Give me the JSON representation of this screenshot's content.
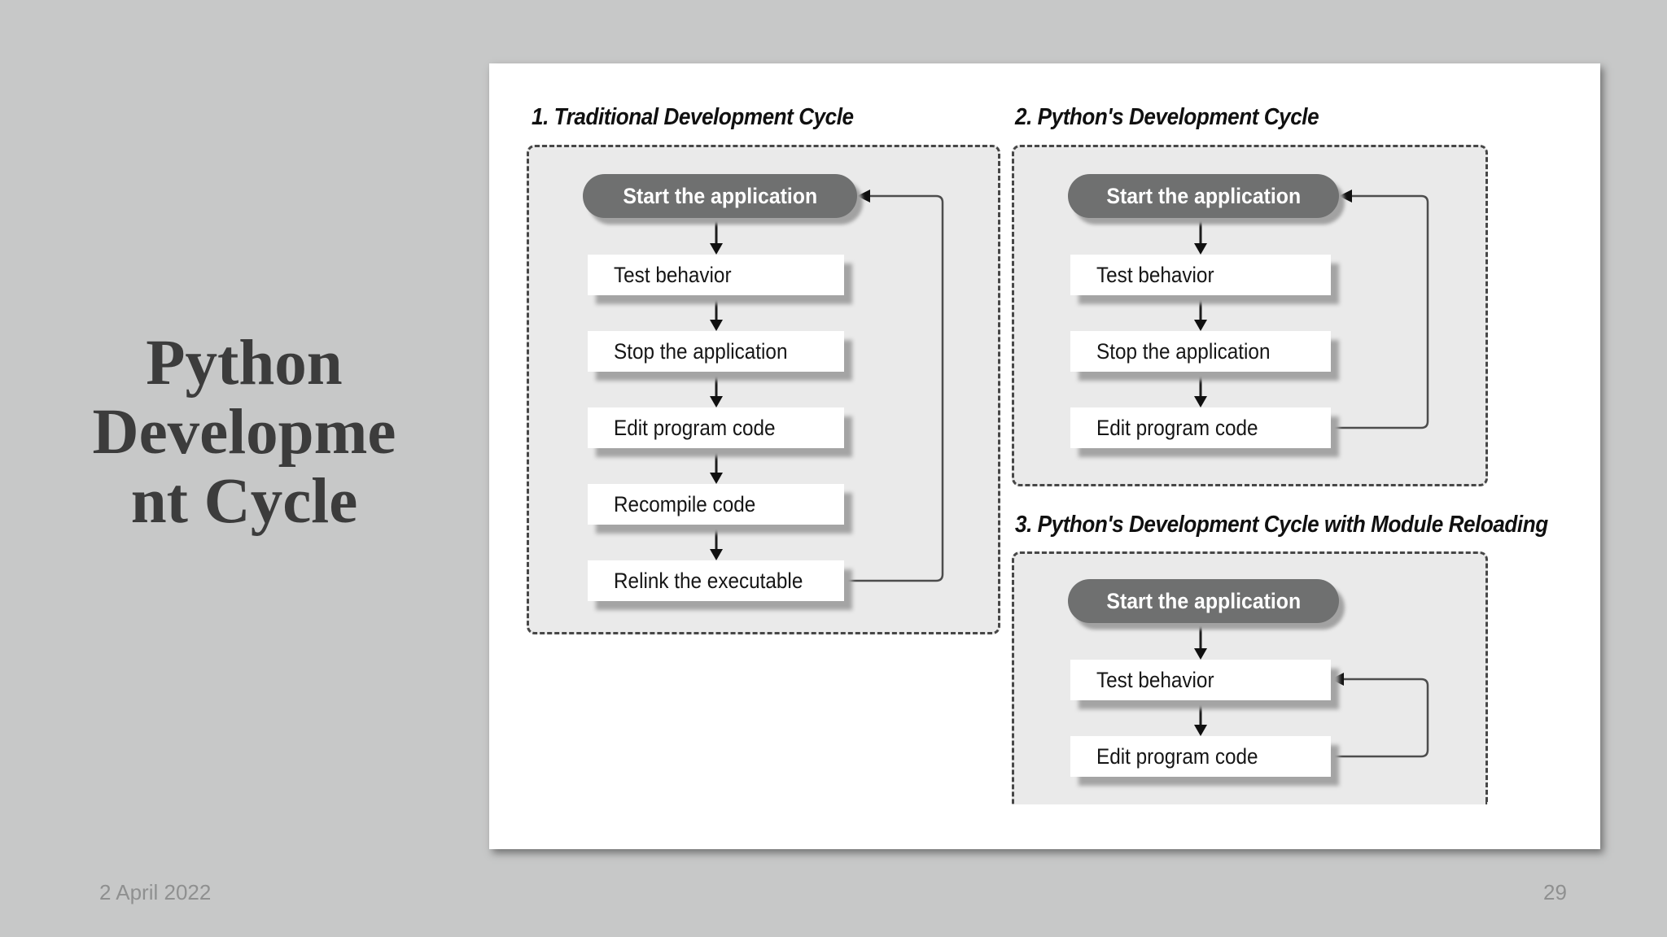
{
  "slide": {
    "title_lines": [
      "Python",
      "Developme",
      "nt Cycle"
    ],
    "footer": {
      "date": "2 April 2022",
      "page_number": "29"
    }
  },
  "figure": {
    "diagrams": [
      {
        "heading": "1. Traditional Development Cycle",
        "start_label": "Start the application",
        "steps": [
          "Test behavior",
          "Stop the application",
          "Edit program code",
          "Recompile code",
          "Relink the executable"
        ]
      },
      {
        "heading": "2. Python's Development Cycle",
        "start_label": "Start the application",
        "steps": [
          "Test behavior",
          "Stop the application",
          "Edit program code"
        ]
      },
      {
        "heading": "3. Python's Development Cycle with Module Reloading",
        "start_label": "Start the application",
        "steps": [
          "Test behavior",
          "Edit program code"
        ]
      }
    ]
  },
  "colors": {
    "slide_background": "#c7c8c8",
    "panel_background": "#ffffff",
    "diagram_fill": "#eaeaea",
    "start_node_fill": "#6f7070",
    "node_fill": "#ffffff",
    "node_shadow": "#a4a4a4",
    "title_text": "#3c3c3c",
    "footer_text": "#8f9090"
  }
}
